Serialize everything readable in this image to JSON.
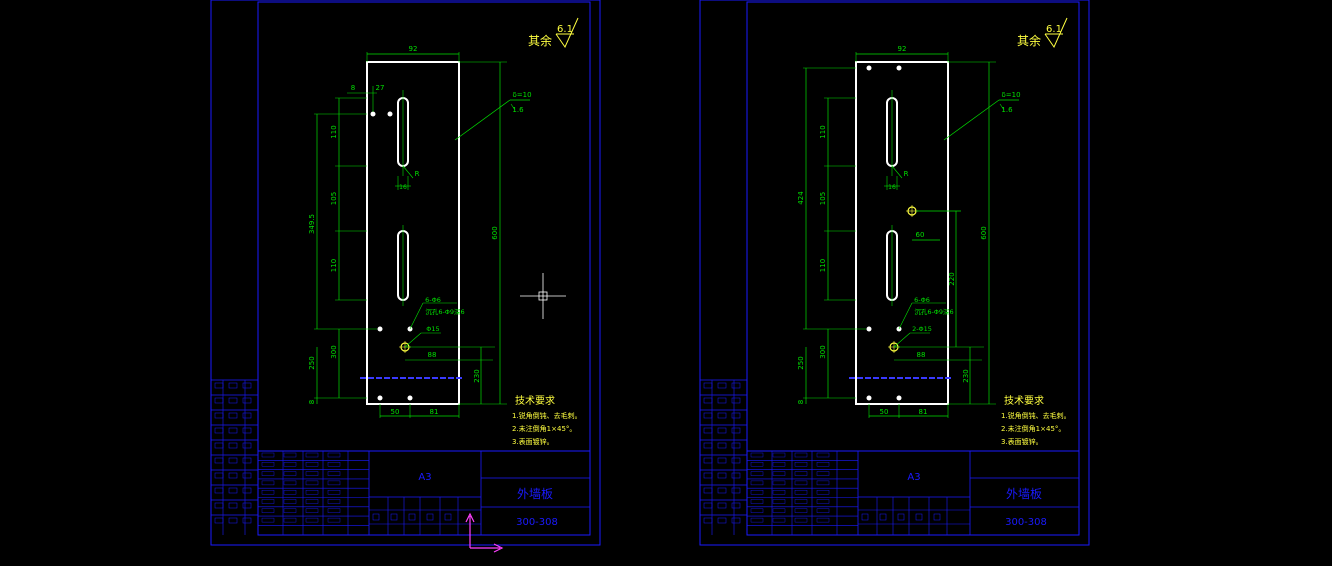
{
  "colors": {
    "background": "#000000",
    "frame": "#1a1aff",
    "dimension": "#00e000",
    "part": "#ffffff",
    "symbol": "#ffff40",
    "ucs": "#ff40ff",
    "cursor": "#ffffff"
  },
  "sheets": [
    {
      "roughness_label": "其余",
      "roughness_value": "6.1",
      "dims": {
        "width": "92",
        "left_8": "8",
        "left_27": "27",
        "thickness": "δ=10",
        "finish": "1.6",
        "d110a": "110",
        "d105": "105",
        "d110b": "110",
        "total_left": "349.5",
        "d300": "300",
        "d250": "250",
        "d8": "8",
        "height": "600",
        "radius": "R",
        "slot_w": "16",
        "bottom_50": "50",
        "bottom_81": "81",
        "d88": "88",
        "d230": "230",
        "holes_6": "6-Φ6",
        "holes_note": "沉孔6-Φ9深6",
        "hole_15": "Φ15"
      },
      "tech_title": "技术要求",
      "tech_notes": [
        "1.锐角倒钝、去毛刺。",
        "2.未注倒角1×45°。",
        "3.表面镀锌。"
      ],
      "scale": "A3",
      "part_name": "外墙板",
      "drawing_no": "300-308"
    },
    {
      "roughness_label": "其余",
      "roughness_value": "6.1",
      "dims": {
        "width": "92",
        "thickness": "δ=10",
        "finish": "1.6",
        "d110a": "110",
        "d105": "105",
        "d110b": "110",
        "total_left": "424",
        "d300": "300",
        "d250": "250",
        "d8": "8",
        "height": "600",
        "radius": "R",
        "slot_w": "16",
        "d60": "60",
        "d220": "220",
        "bottom_50": "50",
        "bottom_81": "81",
        "d88": "88",
        "d230": "230",
        "holes_6": "6-Φ6",
        "holes_note": "沉孔6-Φ9深6",
        "hole_15": "2-Φ15"
      },
      "tech_title": "技术要求",
      "tech_notes": [
        "1.锐角倒钝、去毛刺。",
        "2.未注倒角1×45°。",
        "3.表面镀锌。"
      ],
      "scale": "A3",
      "part_name": "外墙板",
      "drawing_no": "300-308"
    }
  ]
}
